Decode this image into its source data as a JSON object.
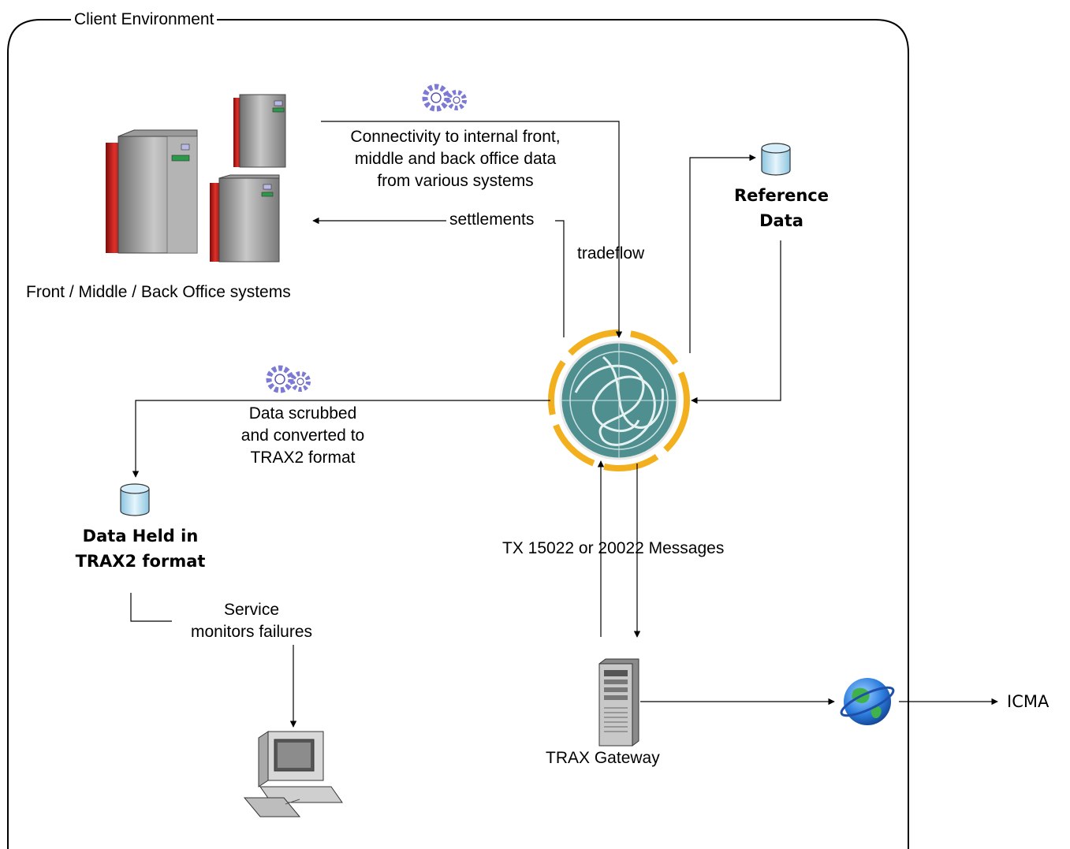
{
  "environment": {
    "title": "Client Environment"
  },
  "nodes": {
    "office_systems": "Front / Middle / Back Office systems",
    "reference_data": [
      "Reference",
      "Data"
    ],
    "data_held": [
      "Data Held in",
      "TRAX2 format"
    ],
    "gateway": "TRAX Gateway",
    "icma": "ICMA"
  },
  "edges": {
    "connectivity": [
      "Connectivity to internal front,",
      "middle and back office data",
      "from various systems"
    ],
    "settlements": "settlements",
    "tradeflow": "tradeflow",
    "scrubbed": [
      "Data scrubbed",
      "and converted to",
      "TRAX2 format"
    ],
    "messages": "TX 15022 or 20022 Messages",
    "service": [
      "Service",
      "monitors failures"
    ]
  },
  "icons": [
    "mainframe-server-icon",
    "gears-icon",
    "database-icon",
    "trax-hub-icon",
    "gateway-server-icon",
    "globe-icon",
    "workstation-icon"
  ],
  "colors": {
    "hub_ring": "#f2b01e",
    "hub_fill": "#4f8f90",
    "database": "#b9dff2",
    "mainframe_red": "#c0221e",
    "globe": "#1f6fd1",
    "gear": "#7c7ad4"
  }
}
